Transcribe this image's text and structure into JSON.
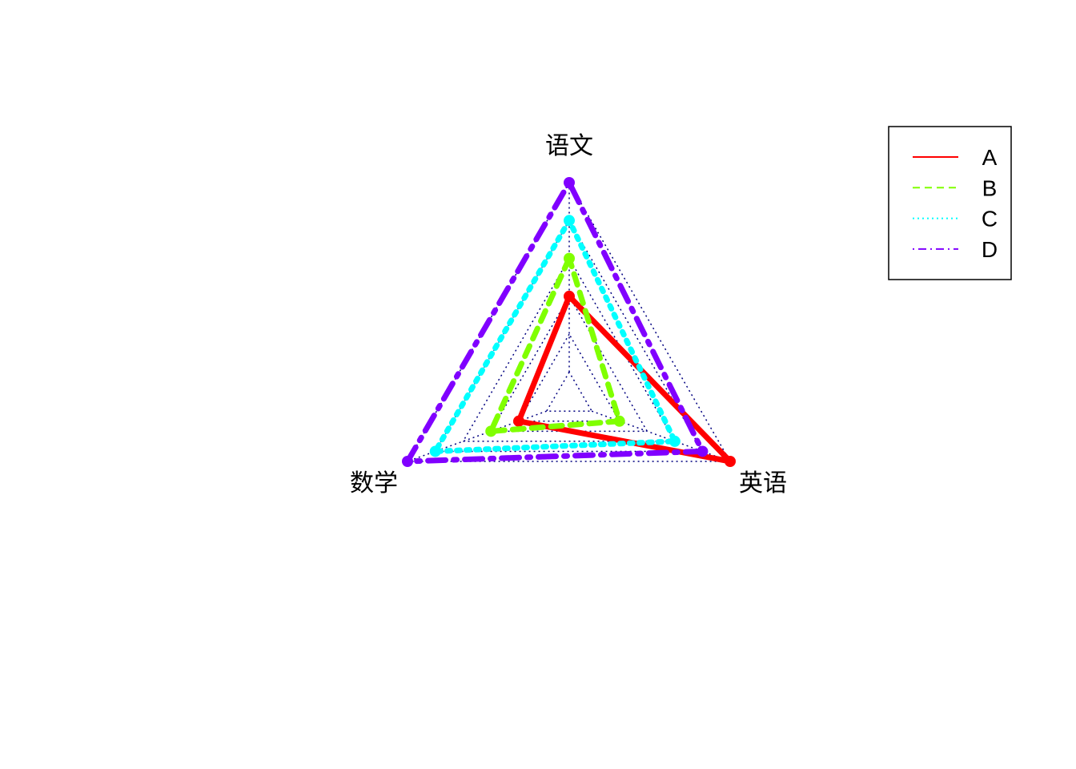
{
  "chart_data": {
    "type": "radar",
    "axes": [
      "语文",
      "数学",
      "英语"
    ],
    "scale": [
      0,
      1
    ],
    "grid_levels": 5,
    "grid": true,
    "legend_position": "top-right",
    "series": [
      {
        "name": "A",
        "values": [
          0.4,
          0.2,
          1.0
        ],
        "color": "#ff0000",
        "line_style": "solid"
      },
      {
        "name": "B",
        "values": [
          0.6,
          0.4,
          0.2
        ],
        "color": "#80ff00",
        "line_style": "dashed"
      },
      {
        "name": "C",
        "values": [
          0.8,
          0.8,
          0.6
        ],
        "color": "#00ffff",
        "line_style": "dotted"
      },
      {
        "name": "D",
        "values": [
          1.0,
          1.0,
          0.8
        ],
        "color": "#8000ff",
        "line_style": "dotdash"
      }
    ],
    "grid_color": "#000080"
  }
}
